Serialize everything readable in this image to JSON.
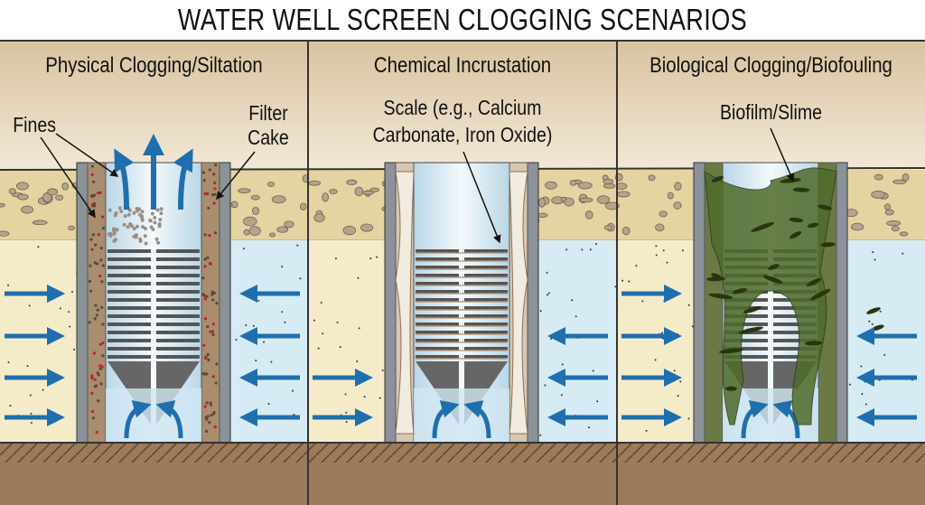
{
  "title": "WATER WELL SCREEN CLOGGING SCENARIOS",
  "panels": [
    {
      "title": "Physical Clogging/Siltation",
      "labels": [
        "Fines",
        "Filter Cake"
      ]
    },
    {
      "title": "Chemical Incrustation",
      "labels": [
        "Scale (e.g., Calcium",
        "Carbonate, Iron Oxide)"
      ]
    },
    {
      "title": "Biological Clogging/Biofouling",
      "labels": [
        "Biofilm/Slime"
      ]
    }
  ],
  "colors": {
    "sky": "#e9d9bd",
    "soil": "#e6d3a2",
    "aquifer_left": "#f4ecc9",
    "aquifer_right": "#d6ebf3",
    "arrow": "#1f6fae",
    "ground": "#9b7b5a",
    "scale": "#d7c7b0",
    "biofilm": "#4f6b2a"
  }
}
